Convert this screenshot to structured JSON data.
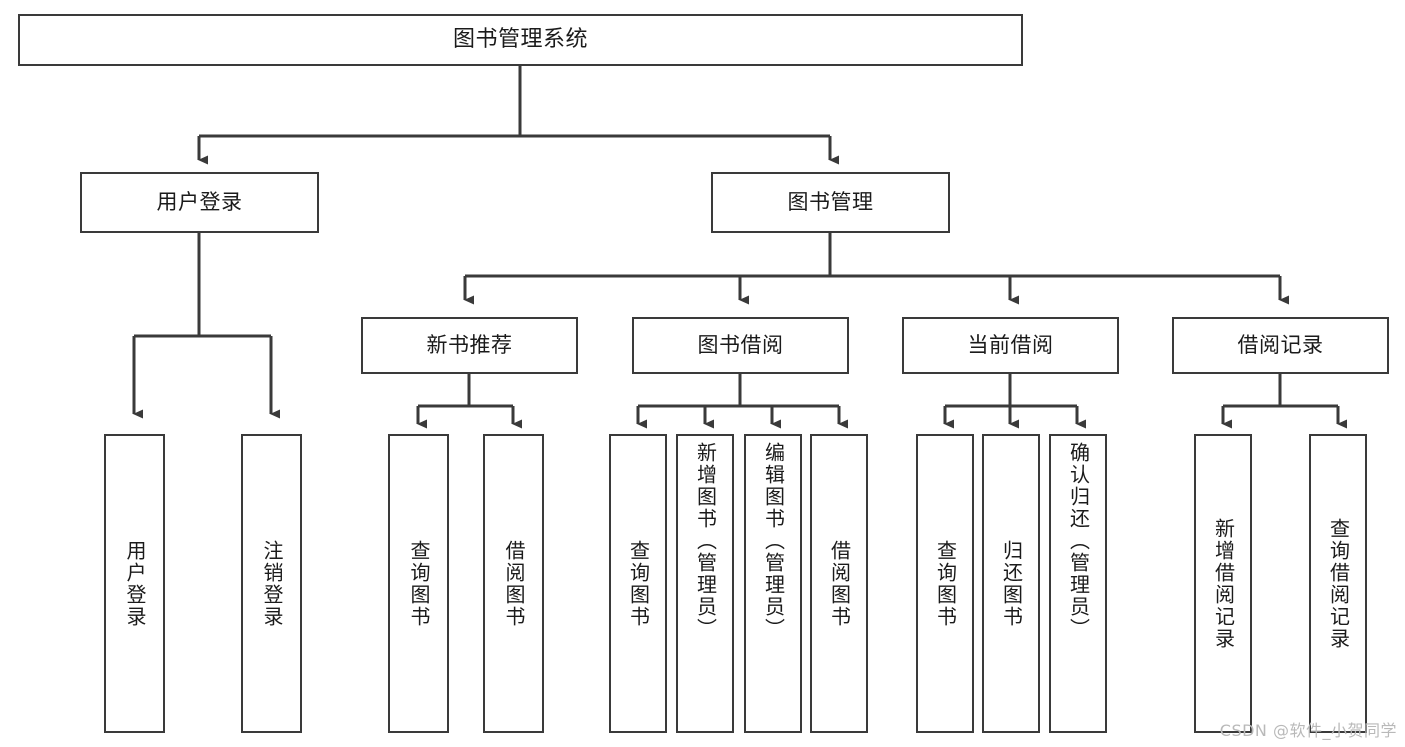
{
  "diagram": {
    "type": "tree",
    "title": "图书管理系统",
    "watermark": "CSDN @软件_小贺同学",
    "colors": {
      "background": "#ffffff",
      "node_border": "#3a3a3a",
      "node_fill": "#ffffff",
      "edge": "#3a3a3a",
      "text": "#1b1b1b",
      "watermark": "#b9b9b9"
    },
    "nodes": {
      "root": {
        "label": "图书管理系统"
      },
      "level2": [
        {
          "id": "user-login",
          "label": "用户登录"
        },
        {
          "id": "book-manage",
          "label": "图书管理"
        }
      ],
      "level3": [
        {
          "id": "new-book-rec",
          "label": "新书推荐"
        },
        {
          "id": "book-borrow",
          "label": "图书借阅"
        },
        {
          "id": "current-borrow",
          "label": "当前借阅"
        },
        {
          "id": "borrow-record",
          "label": "借阅记录"
        }
      ],
      "leaves": [
        {
          "id": "leaf-user-login",
          "label": "用户登录",
          "parent": "user-login"
        },
        {
          "id": "leaf-logout-login",
          "label": "注销登录",
          "parent": "user-login"
        },
        {
          "id": "leaf-query-book-1",
          "label": "查询图书",
          "parent": "new-book-rec"
        },
        {
          "id": "leaf-borrow-book-1",
          "label": "借阅图书",
          "parent": "new-book-rec"
        },
        {
          "id": "leaf-query-book-2",
          "label": "查询图书",
          "parent": "book-borrow"
        },
        {
          "id": "leaf-add-book",
          "label": "新增图书（管理员）",
          "parent": "book-borrow"
        },
        {
          "id": "leaf-edit-book",
          "label": "编辑图书（管理员）",
          "parent": "book-borrow"
        },
        {
          "id": "leaf-borrow-book-2",
          "label": "借阅图书",
          "parent": "book-borrow"
        },
        {
          "id": "leaf-query-book-3",
          "label": "查询图书",
          "parent": "current-borrow"
        },
        {
          "id": "leaf-return-book",
          "label": "归还图书",
          "parent": "current-borrow"
        },
        {
          "id": "leaf-confirm-return",
          "label": "确认归还（管理员）",
          "parent": "current-borrow"
        },
        {
          "id": "leaf-add-record",
          "label": "新增借阅记录",
          "parent": "borrow-record"
        },
        {
          "id": "leaf-query-record",
          "label": "查询借阅记录",
          "parent": "borrow-record"
        }
      ]
    }
  }
}
